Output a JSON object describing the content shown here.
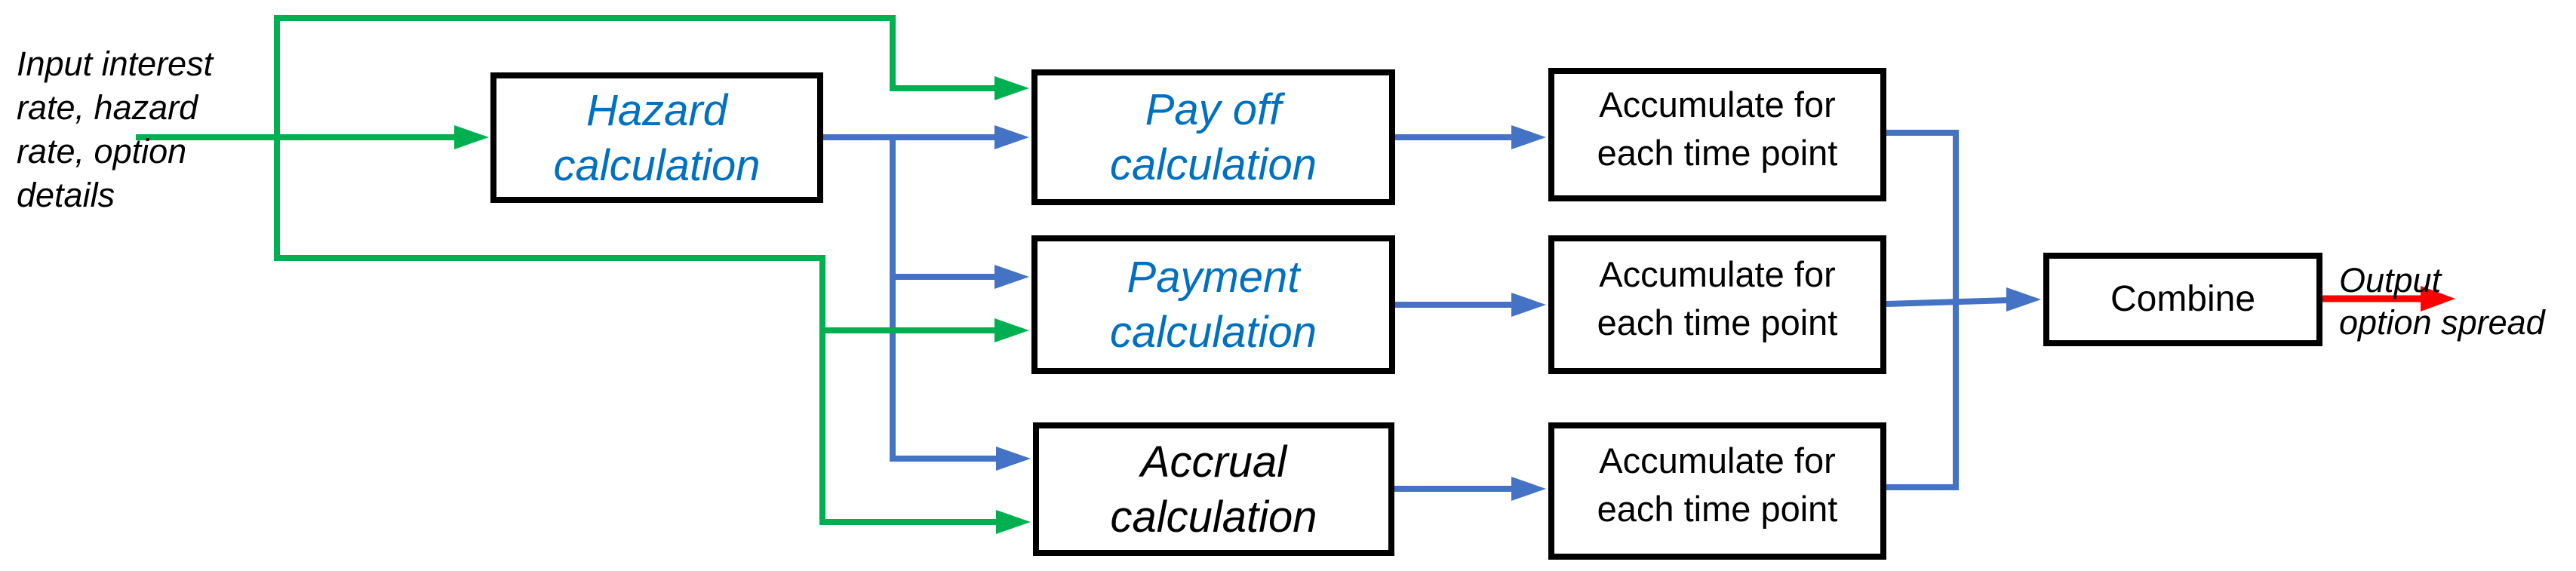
{
  "colors": {
    "green": "#00b050",
    "blue_line": "#4472c4",
    "blue_text": "#0070c0",
    "red": "#ff0000",
    "black": "#000000",
    "background": "#ffffff"
  },
  "input": {
    "lines": [
      "Input interest",
      "rate, hazard",
      "rate, option",
      "details"
    ]
  },
  "boxes": {
    "hazard": {
      "line1": "Hazard",
      "line2": "calculation",
      "color": "#0070c0"
    },
    "payoff": {
      "line1": "Pay off",
      "line2": "calculation",
      "color": "#0070c0"
    },
    "payment": {
      "line1": "Payment",
      "line2": "calculation",
      "color": "#0070c0"
    },
    "accrual": {
      "line1": "Accrual",
      "line2": "calculation",
      "color": "#000000"
    },
    "accumulate1": {
      "line1": "Accumulate for",
      "line2": "each time point",
      "color": "#000000"
    },
    "accumulate2": {
      "line1": "Accumulate for",
      "line2": "each time point",
      "color": "#000000"
    },
    "accumulate3": {
      "line1": "Accumulate for",
      "line2": "each time point",
      "color": "#000000"
    },
    "combine": {
      "label": "Combine"
    }
  },
  "output": {
    "lines": [
      "Output",
      "option spread"
    ]
  }
}
